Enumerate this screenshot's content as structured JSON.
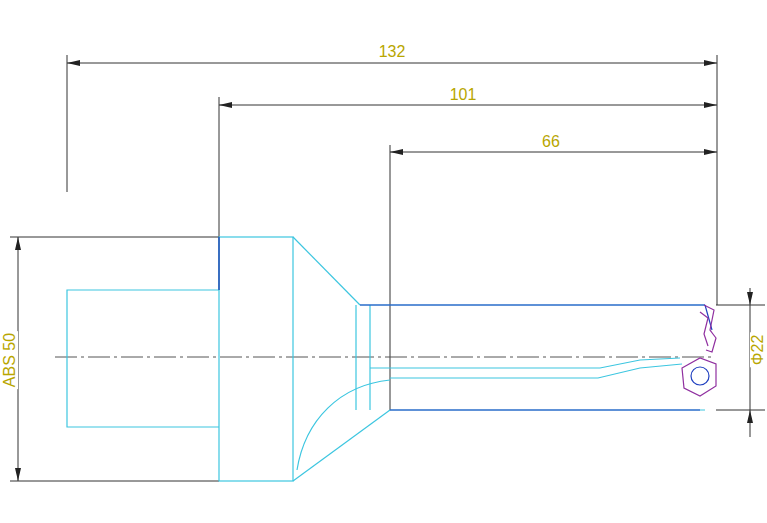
{
  "diagram": {
    "labels": [
      "132",
      "101",
      "66",
      "ABS 50",
      "Φ22"
    ]
  }
}
